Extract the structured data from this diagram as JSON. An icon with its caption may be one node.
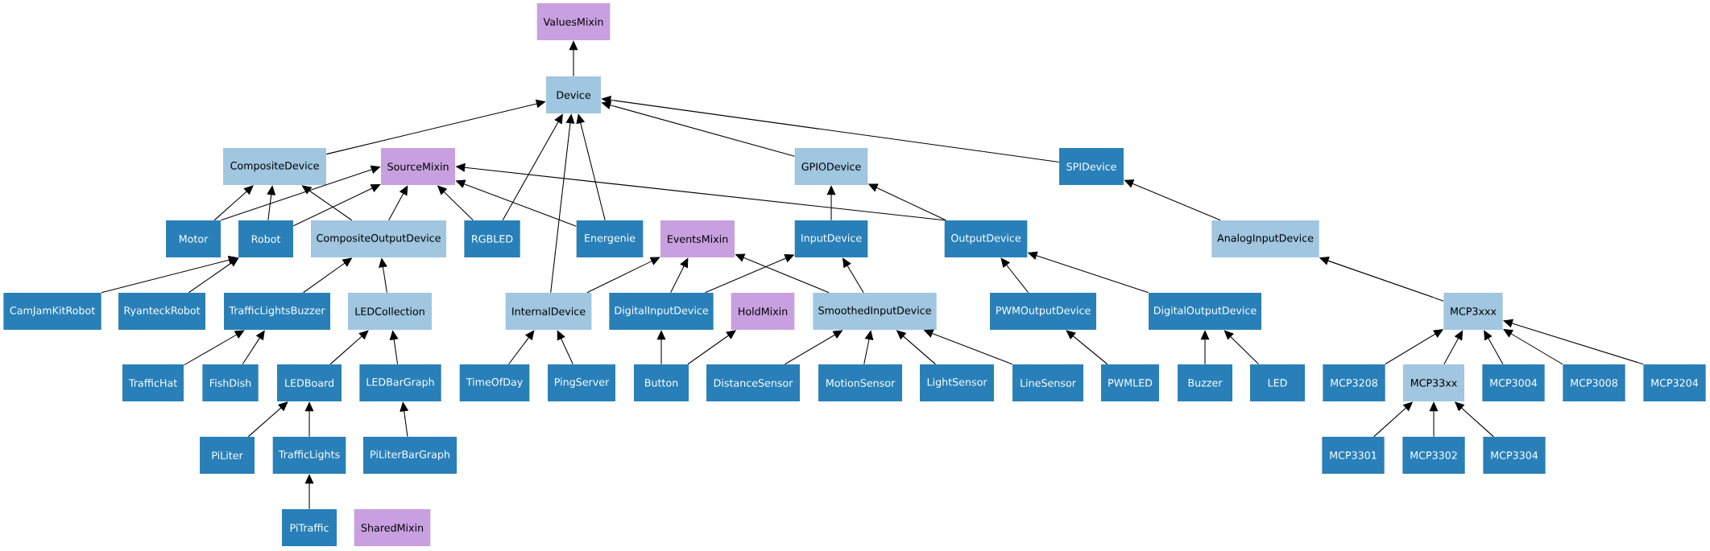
{
  "diagram": {
    "nodes": [
      {
        "text": [
          "ValuesMixin"
        ]
      },
      {
        "text": [
          "Device"
        ]
      },
      {
        "text": [
          "CompositeDevice"
        ]
      },
      {
        "text": [
          "SourceMixin"
        ]
      },
      {
        "text": [
          "GPIODevice"
        ]
      },
      {
        "text": [
          "SPIDevice"
        ]
      },
      {
        "text": [
          "Motor"
        ]
      },
      {
        "text": [
          "Robot"
        ]
      },
      {
        "text": [
          "CompositeOutputDevice"
        ]
      },
      {
        "text": [
          "RGBLED"
        ]
      },
      {
        "text": [
          "Energenie"
        ]
      },
      {
        "text": [
          "EventsMixin"
        ]
      },
      {
        "text": [
          "InputDevice"
        ]
      },
      {
        "text": [
          "OutputDevice"
        ]
      },
      {
        "text": [
          "AnalogInputDevice"
        ]
      },
      {
        "text": [
          "CamJamKitRobot"
        ]
      },
      {
        "text": [
          "RyanteckRobot"
        ]
      },
      {
        "text": [
          "TrafficLightsBuzzer"
        ]
      },
      {
        "text": [
          "LEDCollection"
        ]
      },
      {
        "text": [
          "InternalDevice"
        ]
      },
      {
        "text": [
          "DigitalInputDevice"
        ]
      },
      {
        "text": [
          "HoldMixin"
        ]
      },
      {
        "text": [
          "SmoothedInputDevice"
        ]
      },
      {
        "text": [
          "PWMOutputDevice"
        ]
      },
      {
        "text": [
          "DigitalOutputDevice"
        ]
      },
      {
        "text": [
          "MCP3xxx"
        ]
      },
      {
        "text": [
          "TrafficHat"
        ]
      },
      {
        "text": [
          "FishDish"
        ]
      },
      {
        "text": [
          "LEDBoard"
        ]
      },
      {
        "text": [
          "LEDBarGraph"
        ]
      },
      {
        "text": [
          "TimeOfDay"
        ]
      },
      {
        "text": [
          "PingServer"
        ]
      },
      {
        "text": [
          "Button"
        ]
      },
      {
        "text": [
          "DistanceSensor"
        ]
      },
      {
        "text": [
          "MotionSensor"
        ]
      },
      {
        "text": [
          "LightSensor"
        ]
      },
      {
        "text": [
          "LineSensor"
        ]
      },
      {
        "text": [
          "PWMLED"
        ]
      },
      {
        "text": [
          "Buzzer"
        ]
      },
      {
        "text": [
          "LED"
        ]
      },
      {
        "text": [
          "MCP3208"
        ]
      },
      {
        "text": [
          "MCP33xx"
        ]
      },
      {
        "text": [
          "MCP3004"
        ]
      },
      {
        "text": [
          "MCP3008"
        ]
      },
      {
        "text": [
          "MCP3204"
        ]
      },
      {
        "text": [
          "PiLiter"
        ]
      },
      {
        "text": [
          "TrafficLights"
        ]
      },
      {
        "text": [
          "PiLiterBarGraph"
        ]
      },
      {
        "text": [
          "MCP3301"
        ]
      },
      {
        "text": [
          "MCP3302"
        ]
      },
      {
        "text": [
          "MCP3304"
        ]
      },
      {
        "text": [
          "PiTraffic"
        ]
      },
      {
        "text": [
          "SharedMixin"
        ]
      }
    ],
    "edges": [
      {
        "from": 1,
        "to": 0,
        "arrow": "to"
      },
      {
        "from": 2,
        "to": 1,
        "arrow": "to"
      },
      {
        "from": 9,
        "to": 1,
        "arrow": "to"
      },
      {
        "from": 19,
        "to": 1,
        "arrow": "to"
      },
      {
        "from": 10,
        "to": 1,
        "arrow": "to"
      },
      {
        "from": 4,
        "to": 1,
        "arrow": "to"
      },
      {
        "from": 5,
        "to": 1,
        "arrow": "to"
      },
      {
        "from": 6,
        "to": 2,
        "arrow": "to"
      },
      {
        "from": 6,
        "to": 3,
        "arrow": "to"
      },
      {
        "from": 7,
        "to": 2,
        "arrow": "to"
      },
      {
        "from": 7,
        "to": 3,
        "arrow": "to"
      },
      {
        "from": 8,
        "to": 2,
        "arrow": "to"
      },
      {
        "from": 8,
        "to": 3,
        "arrow": "to"
      },
      {
        "from": 9,
        "to": 3,
        "arrow": "to"
      },
      {
        "from": 10,
        "to": 3,
        "arrow": "to"
      },
      {
        "from": 13,
        "to": 3,
        "arrow": "to"
      },
      {
        "from": 13,
        "to": 4,
        "arrow": "to"
      },
      {
        "from": 12,
        "to": 4,
        "arrow": "to"
      },
      {
        "from": 14,
        "to": 5,
        "arrow": "to"
      },
      {
        "from": 15,
        "to": 7,
        "arrow": "to"
      },
      {
        "from": 16,
        "to": 7,
        "arrow": "to"
      },
      {
        "from": 17,
        "to": 8,
        "arrow": "to"
      },
      {
        "from": 18,
        "to": 8,
        "arrow": "to"
      },
      {
        "from": 19,
        "to": 11,
        "arrow": "to"
      },
      {
        "from": 20,
        "to": 11,
        "arrow": "to"
      },
      {
        "from": 20,
        "to": 12,
        "arrow": "to"
      },
      {
        "from": 22,
        "to": 11,
        "arrow": "to"
      },
      {
        "from": 22,
        "to": 12,
        "arrow": "to"
      },
      {
        "from": 23,
        "to": 13,
        "arrow": "to"
      },
      {
        "from": 24,
        "to": 13,
        "arrow": "to"
      },
      {
        "from": 25,
        "to": 14,
        "arrow": "to"
      },
      {
        "from": 26,
        "to": 17,
        "arrow": "to"
      },
      {
        "from": 27,
        "to": 17,
        "arrow": "to"
      },
      {
        "from": 28,
        "to": 18,
        "arrow": "to"
      },
      {
        "from": 29,
        "to": 18,
        "arrow": "to"
      },
      {
        "from": 30,
        "to": 19,
        "arrow": "to"
      },
      {
        "from": 31,
        "to": 19,
        "arrow": "to"
      },
      {
        "from": 32,
        "to": 20,
        "arrow": "to"
      },
      {
        "from": 32,
        "to": 21,
        "arrow": "to"
      },
      {
        "from": 33,
        "to": 22,
        "arrow": "to"
      },
      {
        "from": 34,
        "to": 22,
        "arrow": "to"
      },
      {
        "from": 35,
        "to": 22,
        "arrow": "to"
      },
      {
        "from": 36,
        "to": 22,
        "arrow": "to"
      },
      {
        "from": 37,
        "to": 23,
        "arrow": "to"
      },
      {
        "from": 38,
        "to": 24,
        "arrow": "to"
      },
      {
        "from": 39,
        "to": 24,
        "arrow": "to"
      },
      {
        "from": 40,
        "to": 25,
        "arrow": "to"
      },
      {
        "from": 41,
        "to": 25,
        "arrow": "to"
      },
      {
        "from": 42,
        "to": 25,
        "arrow": "to"
      },
      {
        "from": 43,
        "to": 25,
        "arrow": "to"
      },
      {
        "from": 44,
        "to": 25,
        "arrow": "to"
      },
      {
        "from": 45,
        "to": 28,
        "arrow": "to"
      },
      {
        "from": 46,
        "to": 28,
        "arrow": "to"
      },
      {
        "from": 47,
        "to": 29,
        "arrow": "to"
      },
      {
        "from": 48,
        "to": 41,
        "arrow": "to"
      },
      {
        "from": 49,
        "to": 41,
        "arrow": "to"
      },
      {
        "from": 50,
        "to": 41,
        "arrow": "to"
      },
      {
        "from": 51,
        "to": 46,
        "arrow": "to"
      }
    ]
  }
}
